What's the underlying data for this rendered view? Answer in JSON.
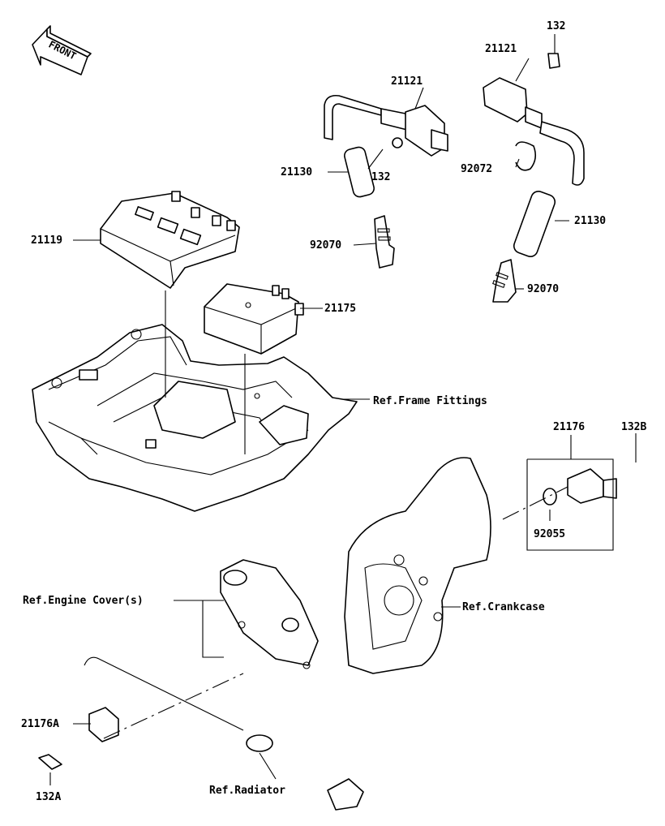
{
  "orientation": {
    "label": "FRONT"
  },
  "callouts": {
    "p_132_top": "132",
    "p_21121_right": "21121",
    "p_21121_left": "21121",
    "p_21130_left": "21130",
    "p_132_mid": "132",
    "p_92072": "92072",
    "p_21119": "21119",
    "p_92070_left": "92070",
    "p_21130_right": "21130",
    "p_92070_right": "92070",
    "p_21175": "21175",
    "ref_frame": "Ref.Frame Fittings",
    "p_21176": "21176",
    "p_132B": "132B",
    "p_92055": "92055",
    "ref_engine_cover": "Ref.Engine Cover(s)",
    "ref_crankcase": "Ref.Crankcase",
    "p_21176A": "21176A",
    "p_132A": "132A",
    "ref_radiator": "Ref.Radiator"
  }
}
